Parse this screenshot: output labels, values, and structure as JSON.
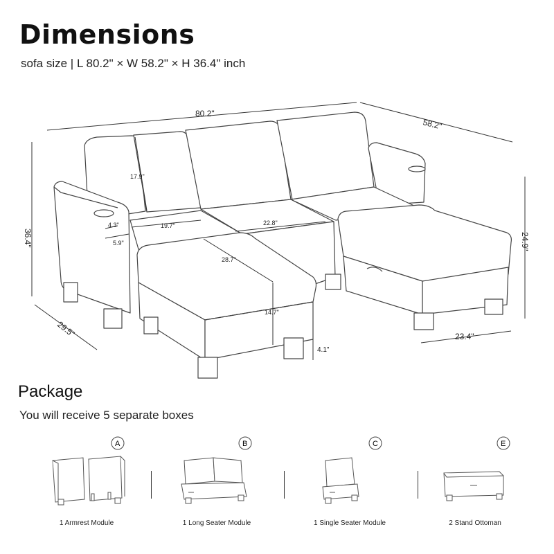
{
  "header": {
    "title": "Dimensions",
    "subtitle": "sofa size | L 80.2\" × W 58.2\" × H 36.4\" inch"
  },
  "dimensions": {
    "length": "80.2\"",
    "width": "58.2\"",
    "height": "36.4\"",
    "arm_depth": "29.5\"",
    "back_height": "17.9\"",
    "cupholder": "4.3\"",
    "arm_width": "5.9\"",
    "seat_width": "19.7\"",
    "seat_center": "22.8\"",
    "ottoman_length": "28.7\"",
    "ottoman_height": "14.7\"",
    "leg_height": "4.1\"",
    "ottoman_depth": "23.4\"",
    "ottoman_right_height": "24.9\""
  },
  "package": {
    "title": "Package",
    "subtitle": "You will receive 5 separate boxes",
    "modules": [
      {
        "letter": "A",
        "caption": "1 Armrest Module"
      },
      {
        "letter": "B",
        "caption": "1 Long Seater Module"
      },
      {
        "letter": "C",
        "caption": "1 Single Seater Module"
      },
      {
        "letter": "E",
        "caption": "2 Stand Ottoman"
      }
    ]
  }
}
